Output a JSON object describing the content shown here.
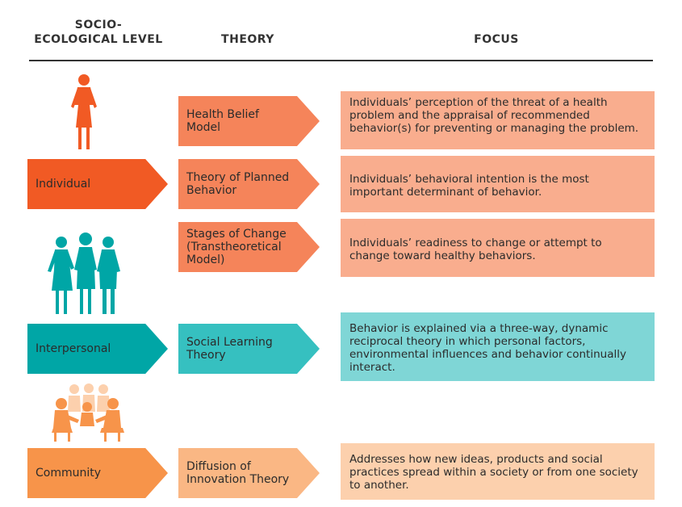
{
  "headers": {
    "level": "SOCIO-\nECOLOGICAL LEVEL",
    "theory": "THEORY",
    "focus": "FOCUS"
  },
  "colors": {
    "individual": "#f15a24",
    "individual_theory": "#f5845a",
    "individual_focus": "#f9ad8e",
    "interpersonal": "#00a6a6",
    "interpersonal_theory": "#36c0c0",
    "interpersonal_focus": "#7fd6d6",
    "community": "#f7944a",
    "community_theory": "#fab784",
    "community_focus": "#fcd0ad"
  },
  "levels": {
    "individual": "Individual",
    "interpersonal": "Interpersonal",
    "community": "Community"
  },
  "theories": {
    "hbm": "Health Belief Model",
    "tpb": "Theory of Planned Behavior",
    "soc": "Stages of Change (Transtheoretical Model)",
    "slt": "Social Learning Theory",
    "doi": "Diffusion of Innovation Theory"
  },
  "focus": {
    "hbm": "Individuals’ perception of the threat of a health problem and the appraisal of recommended behavior(s) for preventing or managing the problem.",
    "tpb": "Individuals’ behavioral intention is the most important determinant of behavior.",
    "soc": "Individuals’ readiness to change or attempt to change toward healthy behaviors.",
    "slt": "Behavior is explained via a three-way, dynamic reciprocal theory in which personal factors, environmental influences and behavior continually interact.",
    "doi": "Addresses how new ideas, products and social practices spread within a society or from one society to another."
  },
  "icons": {
    "individual": "person-icon",
    "interpersonal": "group-icon",
    "community": "community-meeting-icon"
  }
}
